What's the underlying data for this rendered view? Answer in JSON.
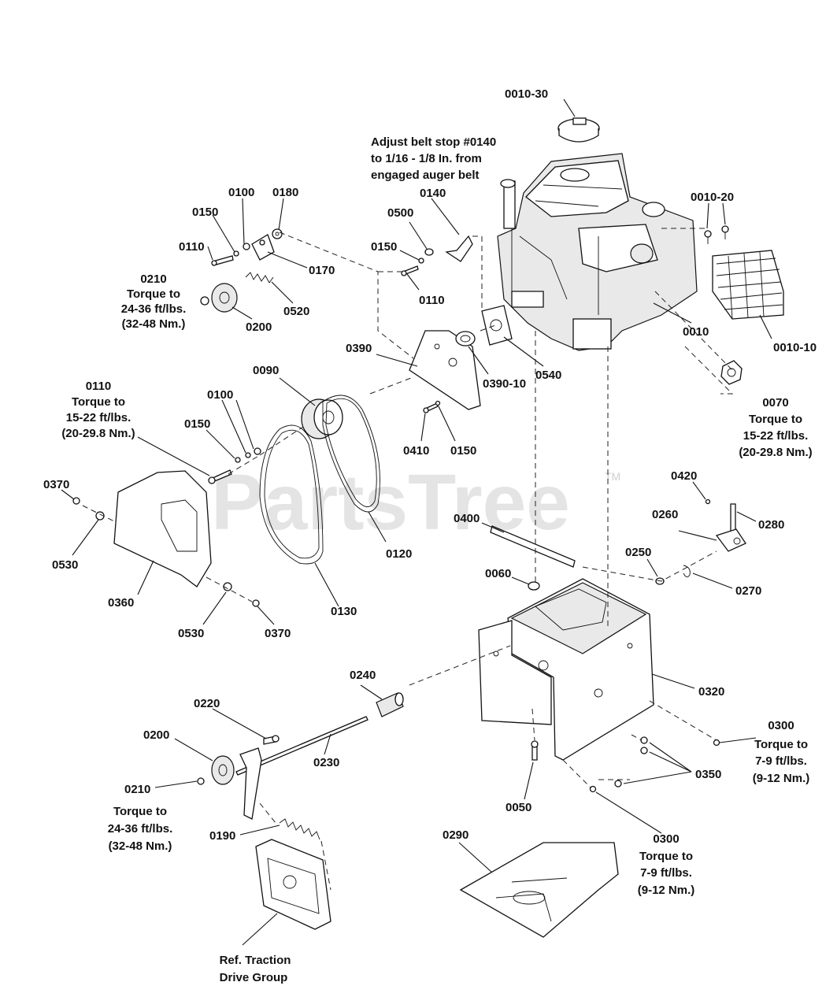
{
  "watermark": {
    "text": "PartsTree",
    "tm": "TM"
  },
  "notes": {
    "belt_stop": [
      "Adjust belt stop #0140",
      "to 1/16 - 1/8 In. from",
      "engaged auger belt"
    ],
    "t0210_top": [
      "0210",
      "Torque to",
      "24-36 ft/lbs.",
      "(32-48 Nm.)"
    ],
    "t0110": [
      "0110",
      "Torque to",
      "15-22 ft/lbs.",
      "(20-29.8 Nm.)"
    ],
    "t0070": [
      "0070",
      "Torque to",
      "15-22 ft/lbs.",
      "(20-29.8 Nm.)"
    ],
    "t0300_right": [
      "0300",
      "Torque to",
      "7-9 ft/lbs.",
      "(9-12 Nm.)"
    ],
    "t0300_bottom": [
      "0300",
      "Torque to",
      "7-9 ft/lbs.",
      "(9-12 Nm.)"
    ],
    "t0210_bottom": [
      "Torque to",
      "24-36 ft/lbs.",
      "(32-48 Nm.)"
    ],
    "ref_traction": [
      "Ref. Traction",
      "Drive Group"
    ]
  },
  "labels": {
    "l0010_30": "0010-30",
    "l0010_20": "0010-20",
    "l0010_10": "0010-10",
    "l0010": "0010",
    "l0100a": "0100",
    "l0180": "0180",
    "l0150a": "0150",
    "l0110a": "0110",
    "l0170": "0170",
    "l0520": "0520",
    "l0200a": "0200",
    "l0500": "0500",
    "l0140": "0140",
    "l0150b": "0150",
    "l0110b": "0110",
    "l0390": "0390",
    "l0390_10": "0390-10",
    "l0540": "0540",
    "l0090": "0090",
    "l0100b": "0100",
    "l0150c": "0150",
    "l0410": "0410",
    "l0150d": "0150",
    "l0370a": "0370",
    "l0530a": "0530",
    "l0120": "0120",
    "l0360": "0360",
    "l0130": "0130",
    "l0530b": "0530",
    "l0370b": "0370",
    "l0420": "0420",
    "l0260": "0260",
    "l0280": "0280",
    "l0400": "0400",
    "l0060": "0060",
    "l0250": "0250",
    "l0270": "0270",
    "l0320": "0320",
    "l0240": "0240",
    "l0220": "0220",
    "l0200b": "0200",
    "l0230": "0230",
    "l0210": "0210",
    "l0350": "0350",
    "l0050": "0050",
    "l0190": "0190",
    "l0290": "0290"
  }
}
